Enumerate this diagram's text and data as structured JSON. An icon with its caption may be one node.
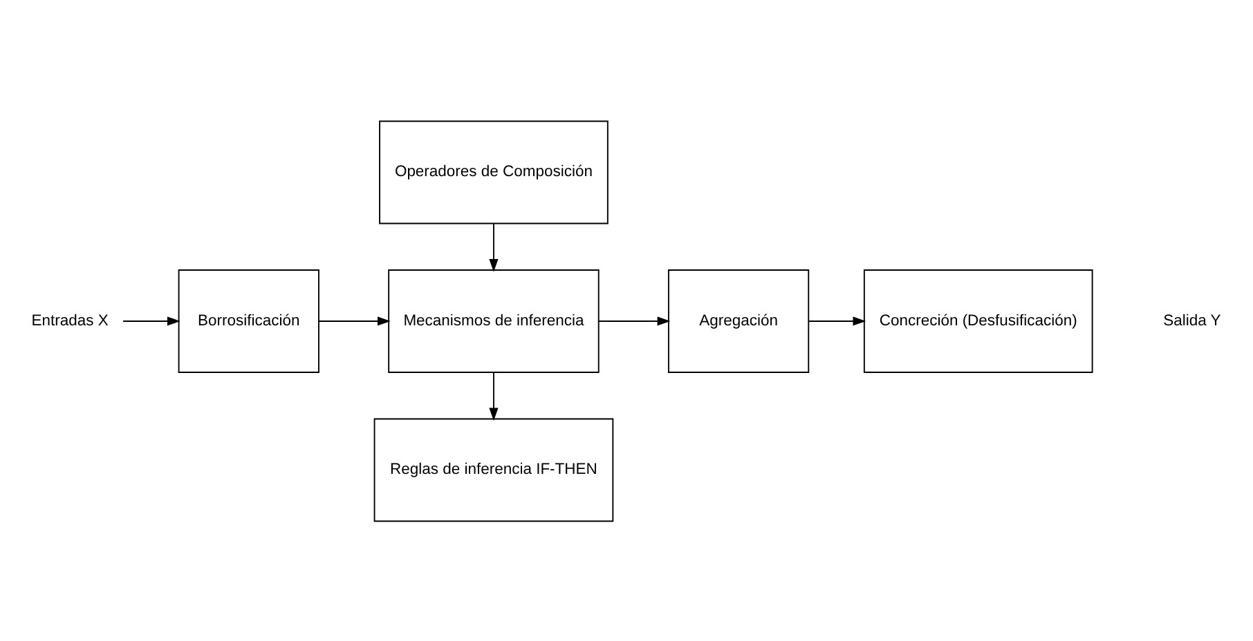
{
  "diagram": {
    "nodes": [
      {
        "text": [
          "Operadores de Composición"
        ]
      },
      {
        "text": [
          "Entradas X"
        ]
      },
      {
        "text": [
          "Borrosificación"
        ]
      },
      {
        "text": [
          "Mecanismos de inferencia"
        ]
      },
      {
        "text": [
          "Agregación"
        ]
      },
      {
        "text": [
          "Concreción (Desfusificación)"
        ]
      },
      {
        "text": [
          "Reglas de inferencia IF-THEN"
        ]
      }
    ],
    "edges": [
      {
        "from": 0,
        "to": 3,
        "arrow": "to"
      },
      {
        "from": 1,
        "to": 2,
        "arrow": "to"
      },
      {
        "from": 2,
        "to": 3,
        "arrow": "to"
      },
      {
        "from": 3,
        "to": 4,
        "arrow": "to"
      },
      {
        "from": 4,
        "to": 5,
        "arrow": "to"
      },
      {
        "from": 3,
        "to": 6,
        "arrow": "to"
      }
    ],
    "labels": [
      "Salida Y"
    ]
  }
}
